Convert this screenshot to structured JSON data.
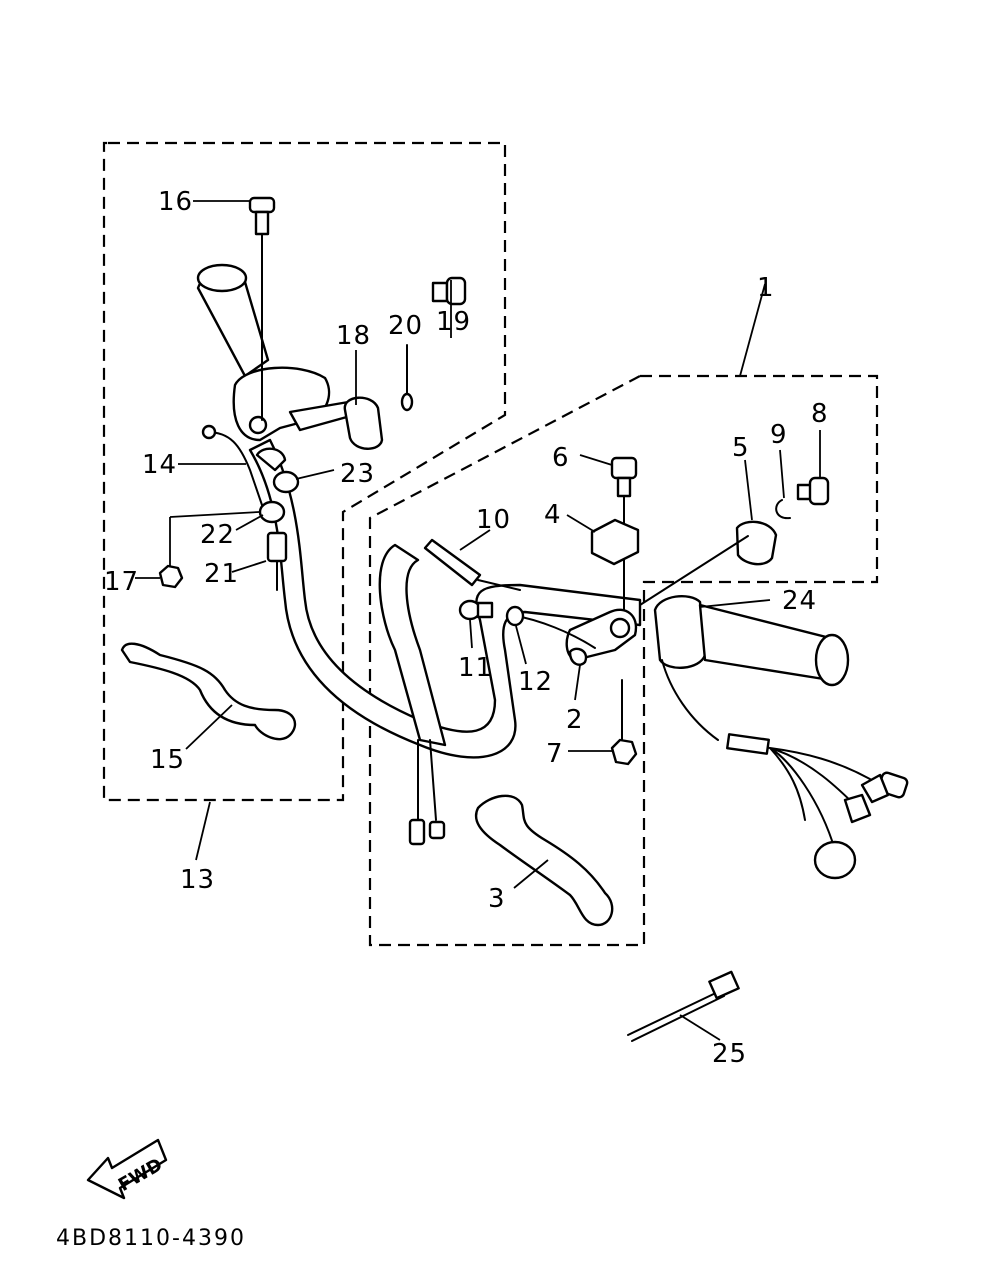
{
  "diagram": {
    "part_numbers": [
      "1",
      "2",
      "3",
      "4",
      "5",
      "6",
      "7",
      "8",
      "9",
      "10",
      "11",
      "12",
      "13",
      "14",
      "15",
      "16",
      "17",
      "18",
      "19",
      "20",
      "21",
      "22",
      "23",
      "24",
      "25"
    ],
    "direction_label": "FWD",
    "drawing_code": "4BD8110-4390"
  }
}
